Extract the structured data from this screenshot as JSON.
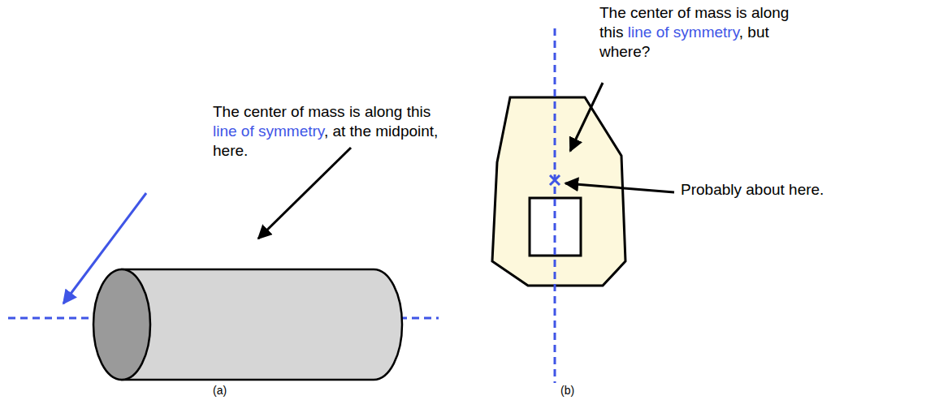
{
  "diagram": {
    "labels": [
      "The center of mass is along this line of symmetry, at the midpoint, here.",
      "The center of mass is along this line of symmetry, but where?",
      "Probably about here.",
      "(a)",
      "(b)"
    ]
  }
}
